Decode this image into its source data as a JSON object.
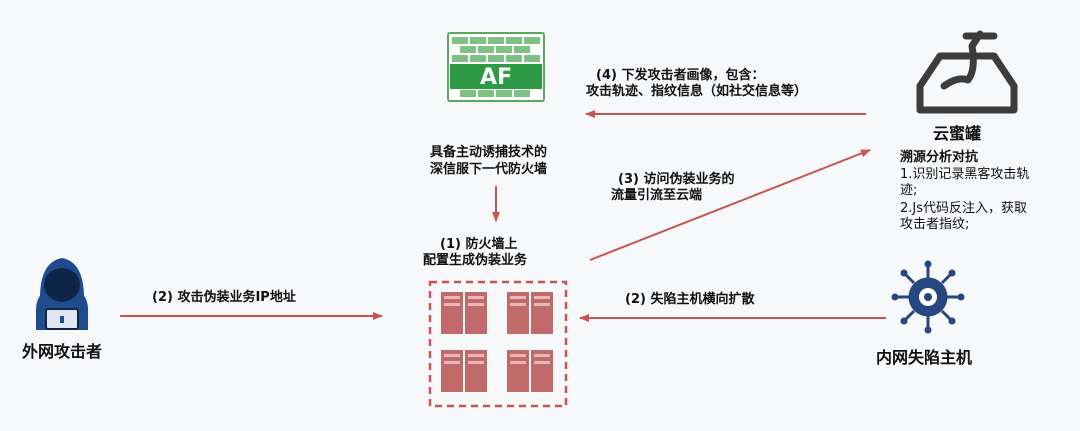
{
  "firewall": {
    "logo_text": "AF",
    "desc_line1": "具备主动诱捕技术的",
    "desc_line2": "深信服下一代防火墙"
  },
  "step4": {
    "line1": "(4) 下发攻击者画像，包含：",
    "line2": "攻击轨迹、指纹信息（如社交信息等）"
  },
  "step3": {
    "line1": "(3) 访问伪装业务的",
    "line2": "流量引流至云端"
  },
  "step1": {
    "line1": "(1) 防火墙上",
    "line2": "配置生成伪装业务"
  },
  "step2_attacker": {
    "label": "(2) 攻击伪装业务IP地址"
  },
  "step2_host": {
    "label": "(2) 失陷主机横向扩散"
  },
  "honeypot": {
    "title": "云蜜罐",
    "subtitle": "溯源分析对抗",
    "item1_line1": "1.识别记录黑客攻击轨",
    "item1_line2": "迹;",
    "item2_line1": "2.Js代码反注入，获取",
    "item2_line2": "攻击者指纹;"
  },
  "attacker": {
    "label": "外网攻击者"
  },
  "infected_host": {
    "label": "内网失陷主机"
  },
  "colors": {
    "arrow": "#c9534f",
    "accent_green": "#3a9a4a",
    "icon_blue": "#1f4b8f",
    "honeypot_icon": "#3c3c3c",
    "server": "#c06a6a"
  }
}
